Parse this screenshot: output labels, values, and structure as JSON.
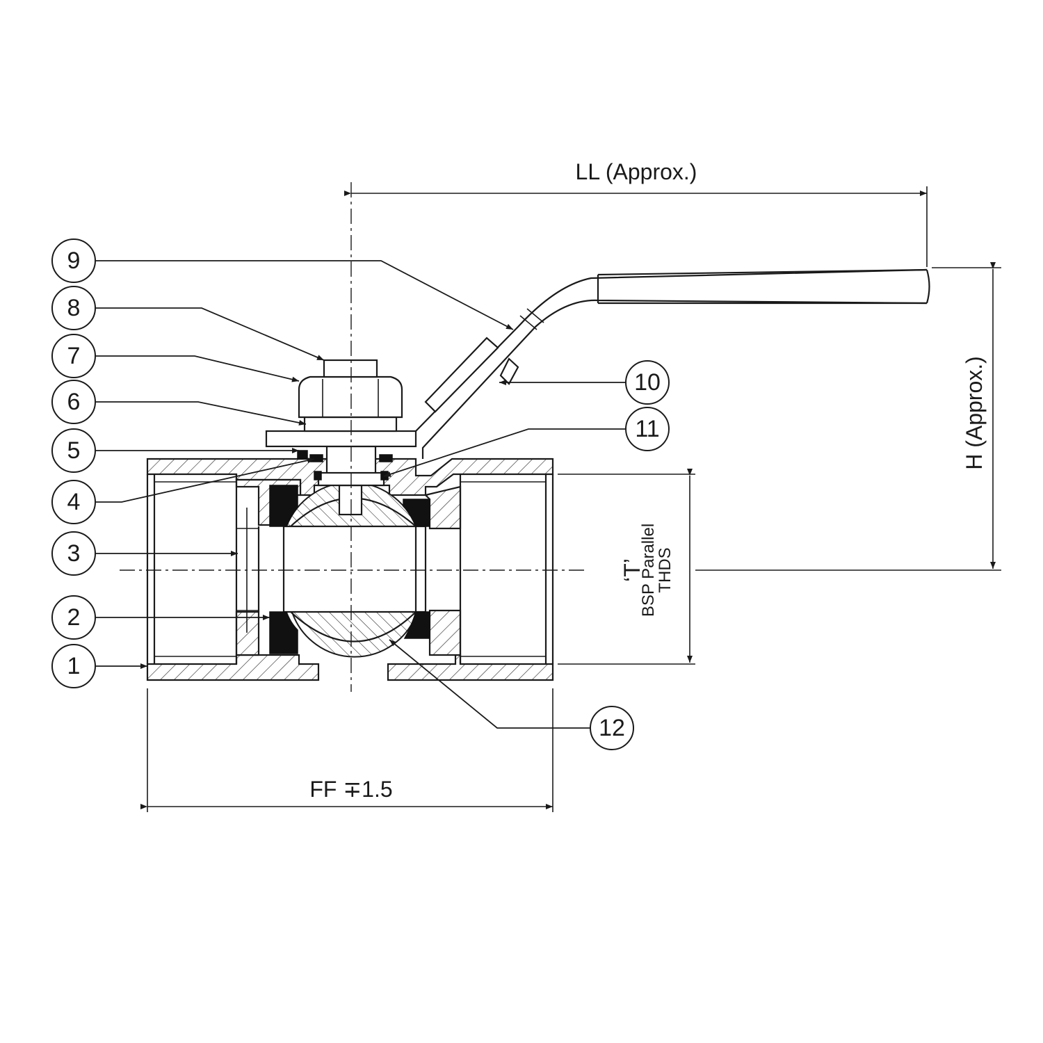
{
  "balloons": [
    "9",
    "8",
    "7",
    "6",
    "5",
    "4",
    "3",
    "2",
    "1",
    "10",
    "11",
    "12"
  ],
  "dimensions": {
    "lever_length": "LL (Approx.)",
    "height": "H (Approx.)",
    "face_to_face": "FF ∓1.5",
    "thread_t": "‘T’",
    "thread_line1": "BSP Parallel",
    "thread_line2": "THDS"
  }
}
